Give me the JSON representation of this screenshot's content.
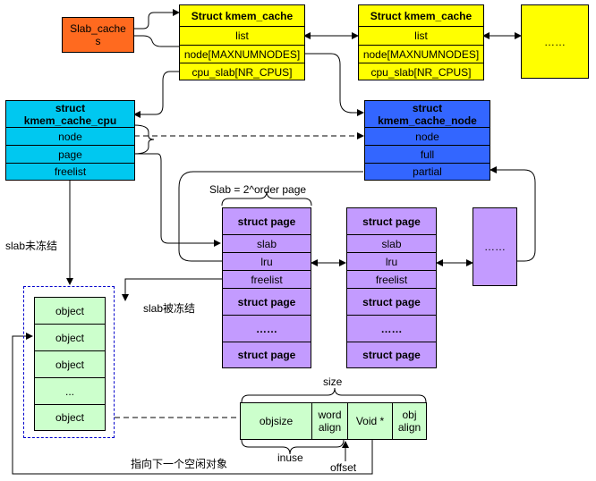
{
  "colors": {
    "orange": "#ff6a1f",
    "yellow": "#ffff00",
    "cyan": "#00c8f0",
    "blue": "#3366ff",
    "purple": "#c39bff",
    "green": "#ccffcc"
  },
  "slab_caches": "Slab_caches",
  "kmem_cache_1": {
    "title": "Struct kmem_cache",
    "list": "list",
    "node": "node[MAXNUMNODES]",
    "cpu_slab": "cpu_slab[NR_CPUS]"
  },
  "kmem_cache_2": {
    "title": "Struct kmem_cache",
    "list": "list",
    "node": "node[MAXNUMNODES]",
    "cpu_slab": "cpu_slab[NR_CPUS]"
  },
  "kmem_cache_more": "……",
  "kmem_cache_cpu": {
    "title": "struct kmem_cache_cpu",
    "node": "node",
    "page": "page",
    "freelist": "freelist"
  },
  "kmem_cache_node": {
    "title": "struct kmem_cache_node",
    "node": "node",
    "full": "full",
    "partial": "partial"
  },
  "slab_order_label": "Slab = 2^order page",
  "page_1": [
    "struct page",
    "slab",
    "lru",
    "freelist",
    "struct page",
    "……",
    "struct page"
  ],
  "page_2": [
    "struct page",
    "slab",
    "lru",
    "freelist",
    "struct page",
    "……",
    "struct page"
  ],
  "page_more": "……",
  "label_unfrozen": "slab未冻结",
  "label_frozen": "slab被冻结",
  "objects": [
    "object",
    "object",
    "object",
    "...",
    "object"
  ],
  "layout": {
    "size": "size",
    "objsize": "objsize",
    "word_align": "word align",
    "void_ptr": "Void *",
    "obj_align": "obj align",
    "inuse": "inuse",
    "offset": "offset"
  },
  "next_free_label": "指向下一个空闲对象"
}
